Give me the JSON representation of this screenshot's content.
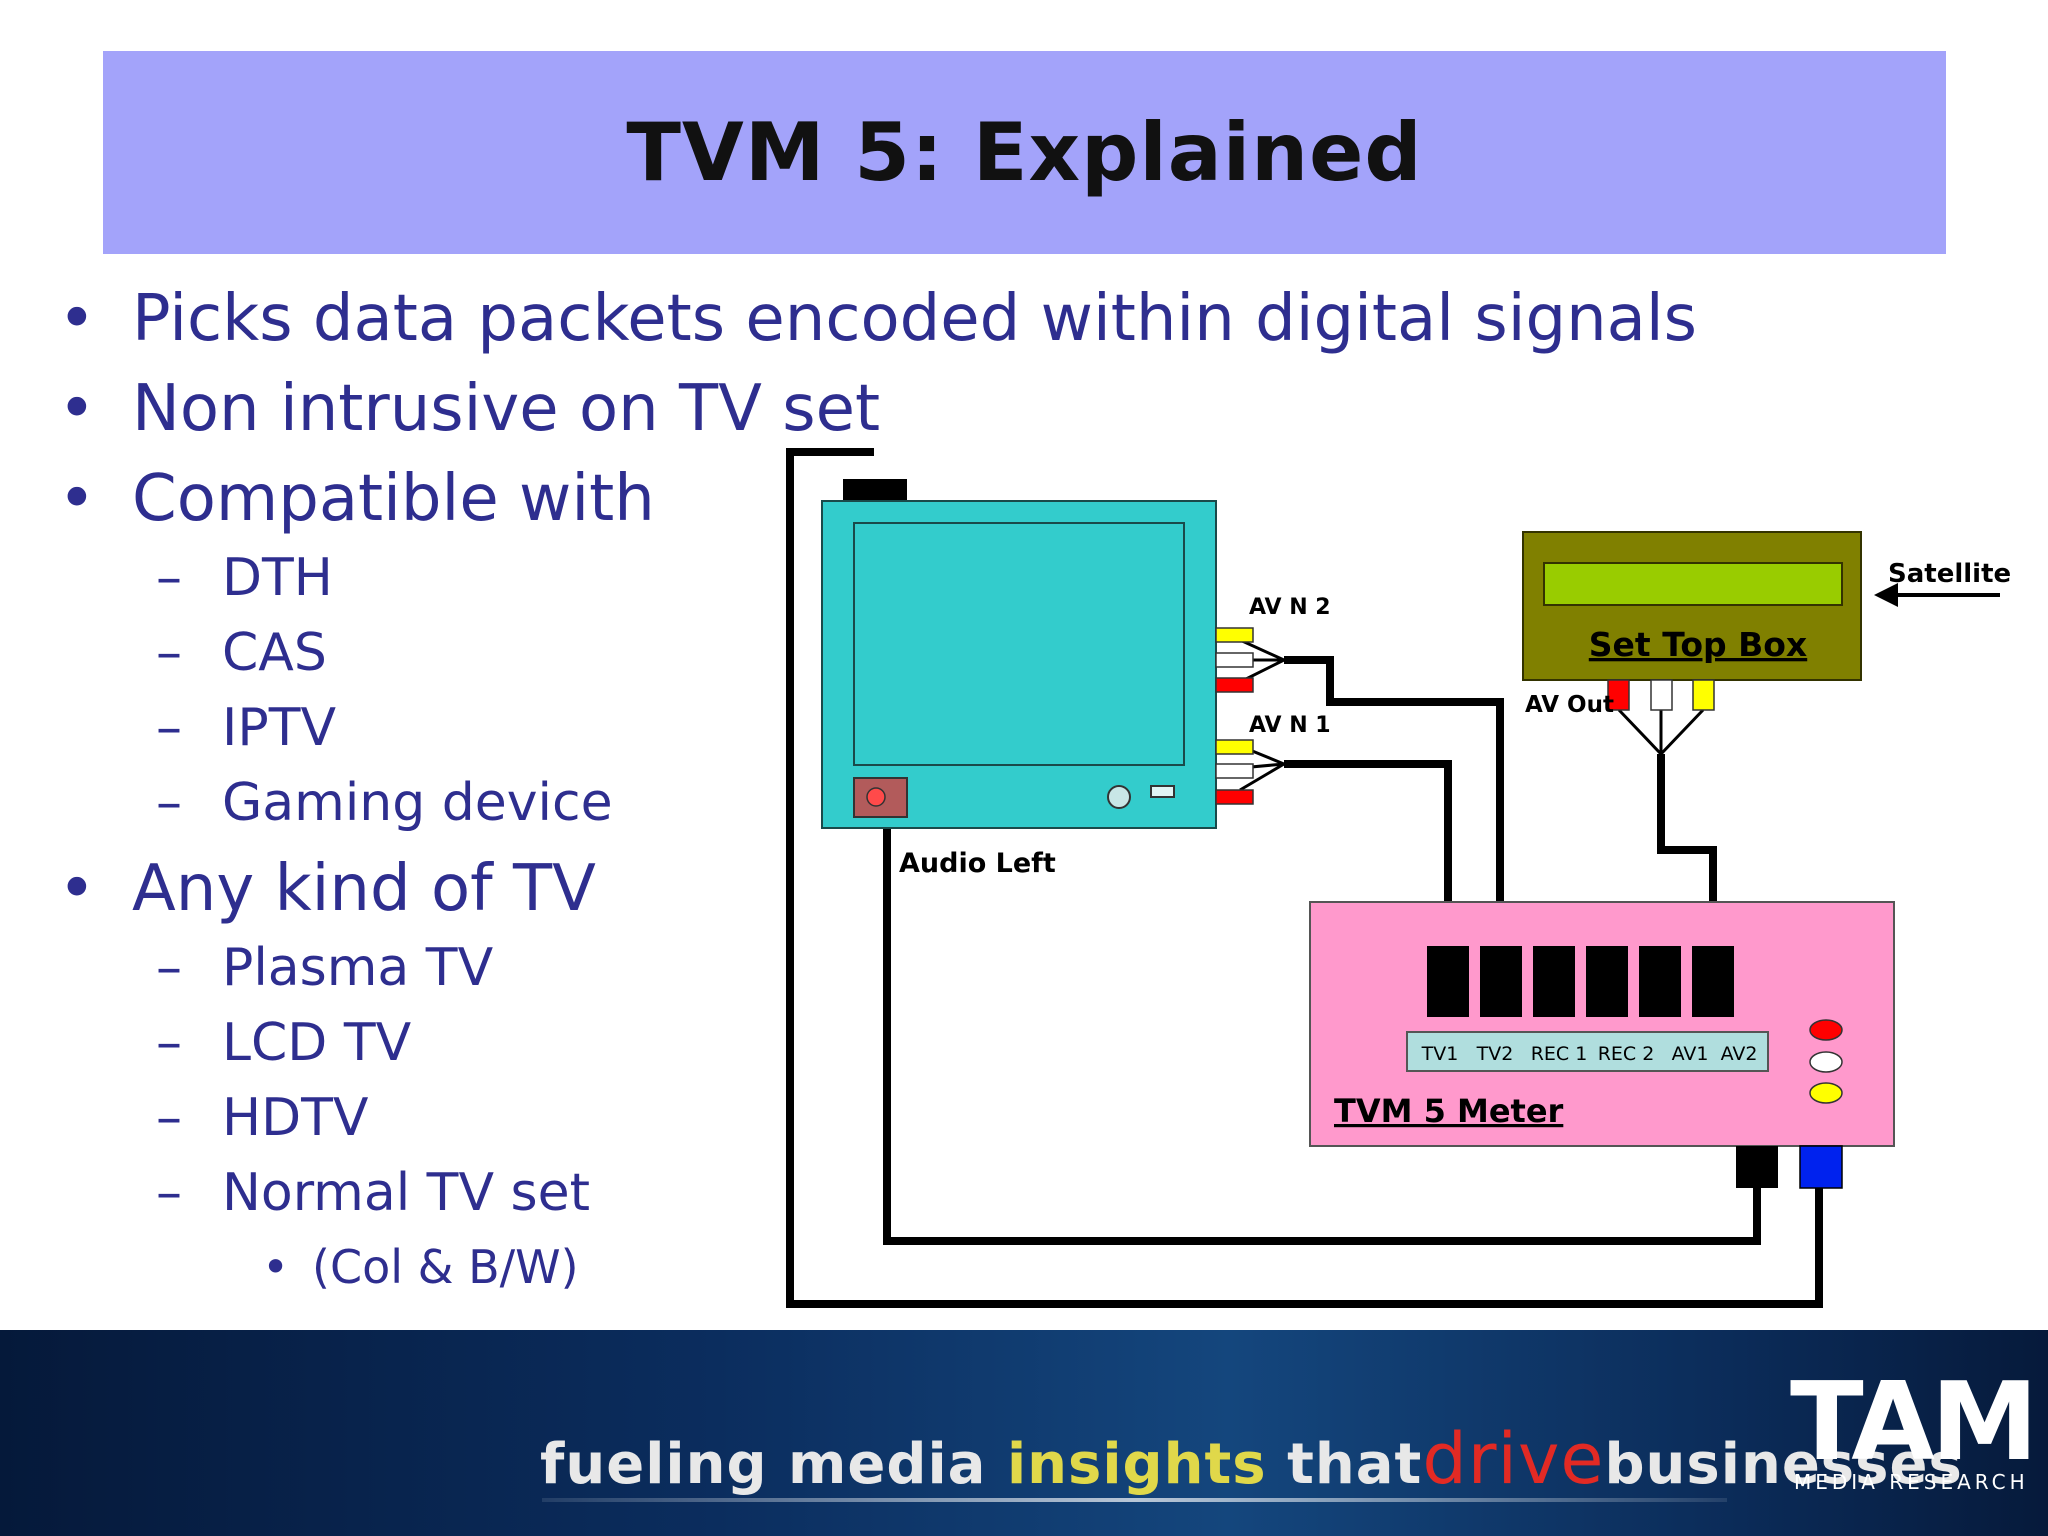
{
  "title": "TVM 5: Explained",
  "bullets": [
    {
      "text": "Picks data packets encoded within digital signals"
    },
    {
      "text": "Non intrusive on TV set"
    },
    {
      "text": "Compatible with",
      "subs": [
        "DTH",
        "CAS",
        "IPTV",
        "Gaming device"
      ]
    },
    {
      "text": "Any kind of TV",
      "subs": [
        "Plasma TV",
        "LCD TV",
        "HDTV",
        "Normal TV set"
      ],
      "subsub": "(Col & B/W)"
    }
  ],
  "marks": {
    "bullet": "•",
    "dash": "–"
  },
  "diagram": {
    "labels": {
      "av_in_2": "AV N 2",
      "av_in_1": "AV N 1",
      "audio_left": "Audio Left",
      "satellite": "Satellite",
      "set_top_box": "Set Top Box",
      "av_out": "AV Out",
      "meter": "TVM 5 Meter"
    },
    "meter_ports": [
      "TV1",
      "TV2",
      "REC 1",
      "REC 2",
      "AV1",
      "AV2"
    ],
    "colors": {
      "tv_body": "#33cccc",
      "stb_body": "#808000",
      "stb_display": "#99cc00",
      "meter_body": "#ff99cc",
      "port_strip": "#b0dede",
      "rca_yellow": "#ffff00",
      "rca_white": "#ffffff",
      "rca_red": "#ff0000",
      "blue_connector": "#0022ee"
    }
  },
  "footer": {
    "tagline_1": "fueling media",
    "tagline_2": "insights",
    "tagline_3": "that",
    "tagline_4": "drive",
    "tagline_5": "businesses",
    "logo_main": "TAM",
    "logo_sub": "MEDIA RESEARCH"
  }
}
